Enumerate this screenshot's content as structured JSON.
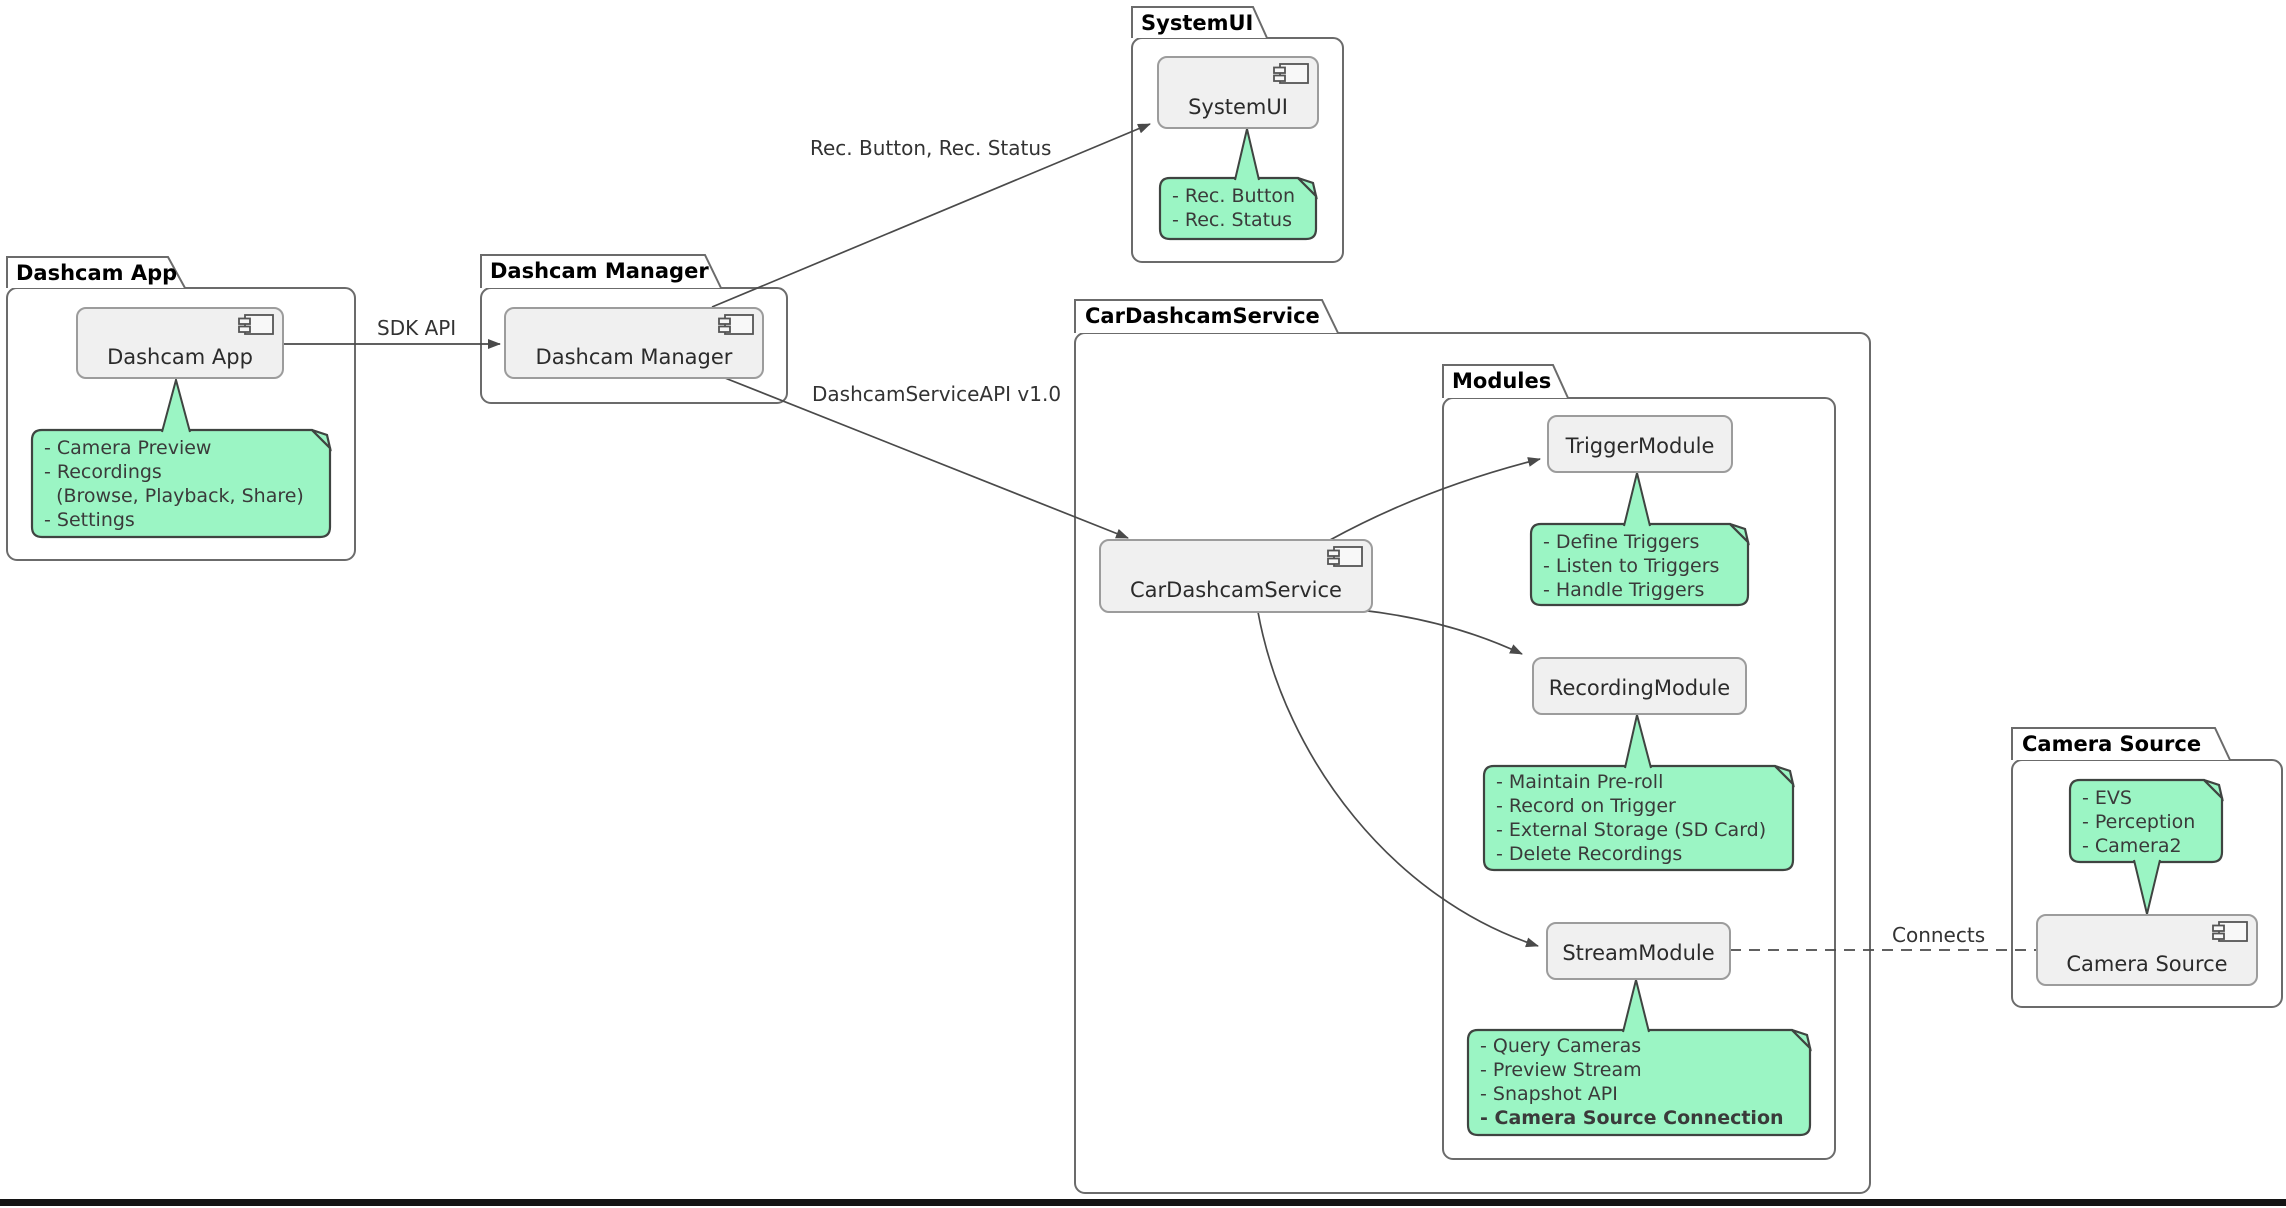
{
  "packages": {
    "dashcam_app": "Dashcam App",
    "dashcam_manager": "Dashcam Manager",
    "systemui": "SystemUI",
    "car_dashcam_service": "CarDashcamService",
    "modules": "Modules",
    "camera_source": "Camera Source"
  },
  "components": {
    "dashcam_app": "Dashcam App",
    "dashcam_manager": "Dashcam Manager",
    "systemui": "SystemUI",
    "car_dashcam_service": "CarDashcamService",
    "trigger_module": "TriggerModule",
    "recording_module": "RecordingModule",
    "stream_module": "StreamModule",
    "camera_source": "Camera Source"
  },
  "notes": {
    "dashcam_app": {
      "lines": [
        "- Camera Preview",
        "- Recordings",
        "  (Browse, Playback, Share)",
        "- Settings"
      ]
    },
    "systemui": {
      "lines": [
        "- Rec. Button",
        "- Rec. Status"
      ]
    },
    "trigger_module": {
      "lines": [
        "- Define Triggers",
        "- Listen to Triggers",
        "- Handle Triggers"
      ]
    },
    "recording_module": {
      "lines": [
        "- Maintain Pre-roll",
        "- Record on Trigger",
        "- External Storage (SD Card)",
        "- Delete Recordings"
      ]
    },
    "stream_module": {
      "lines": [
        "- Query Cameras",
        "- Preview Stream",
        "- Snapshot API",
        "- Camera Source Connection"
      ]
    },
    "camera_source": {
      "lines": [
        "- EVS",
        "- Perception",
        "- Camera2"
      ]
    }
  },
  "edges": {
    "sdk_api": "SDK API",
    "rec_button_status": "Rec. Button, Rec. Status",
    "dashcam_service_api": "DashcamServiceAPI v1.0",
    "connects": "Connects"
  },
  "colors": {
    "note_fill": "#9BF5C4",
    "note_border": "#3F4441",
    "component_fill": "#F0F0F0",
    "component_border": "#9C9C9C",
    "package_border": "#6B6B6B",
    "line": "#4A4A4A",
    "bottom_bar": "#141414"
  }
}
